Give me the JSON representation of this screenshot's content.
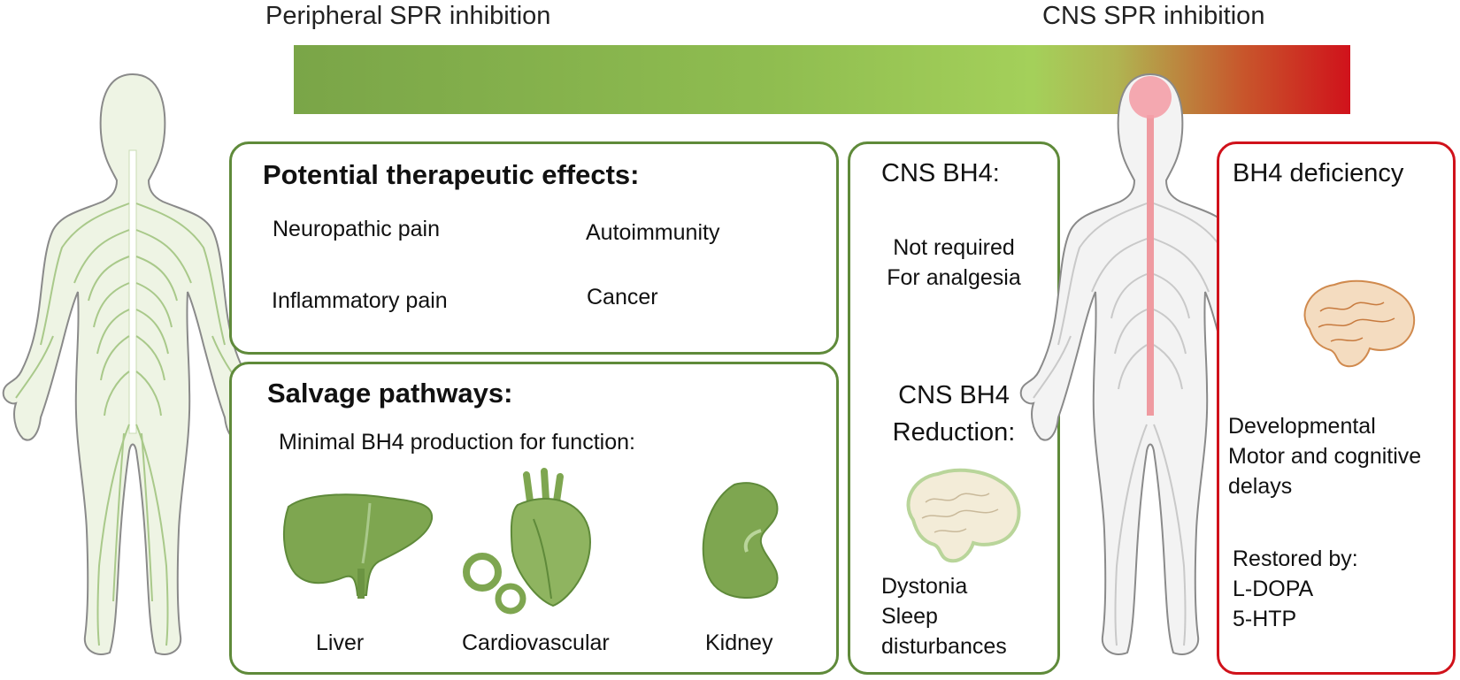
{
  "gradient": {
    "left_label": "Peripheral SPR inhibition",
    "right_label": "CNS SPR inhibition",
    "colors": [
      "#7aa548",
      "#a4d05a",
      "#d0121b"
    ]
  },
  "therapeutic": {
    "title": "Potential therapeutic effects:",
    "items": [
      "Neuropathic pain",
      "Autoimmunity",
      "Inflammatory pain",
      "Cancer"
    ]
  },
  "salvage": {
    "title": "Salvage pathways:",
    "subtitle": "Minimal BH4 production for function:",
    "organs": [
      "Liver",
      "Cardiovascular",
      "Kidney"
    ]
  },
  "cns": {
    "title1": "CNS BH4:",
    "text1": [
      "Not required",
      "For analgesia"
    ],
    "title2": [
      "CNS BH4",
      "Reduction:"
    ],
    "effects": [
      "Dystonia",
      "Sleep",
      "disturbances"
    ]
  },
  "deficiency": {
    "title": "BH4 deficiency",
    "effects": [
      "Developmental",
      "Motor and cognitive",
      "delays"
    ],
    "restored_title": "Restored by:",
    "restored_items": [
      "L-DOPA",
      "5-HTP"
    ]
  },
  "colors": {
    "green_border": "#5f8a3a",
    "red_border": "#d0121b",
    "organ_green": "#7ea650",
    "nerve_green": "#b9d59a",
    "nerve_gray": "#c9c9c9"
  }
}
